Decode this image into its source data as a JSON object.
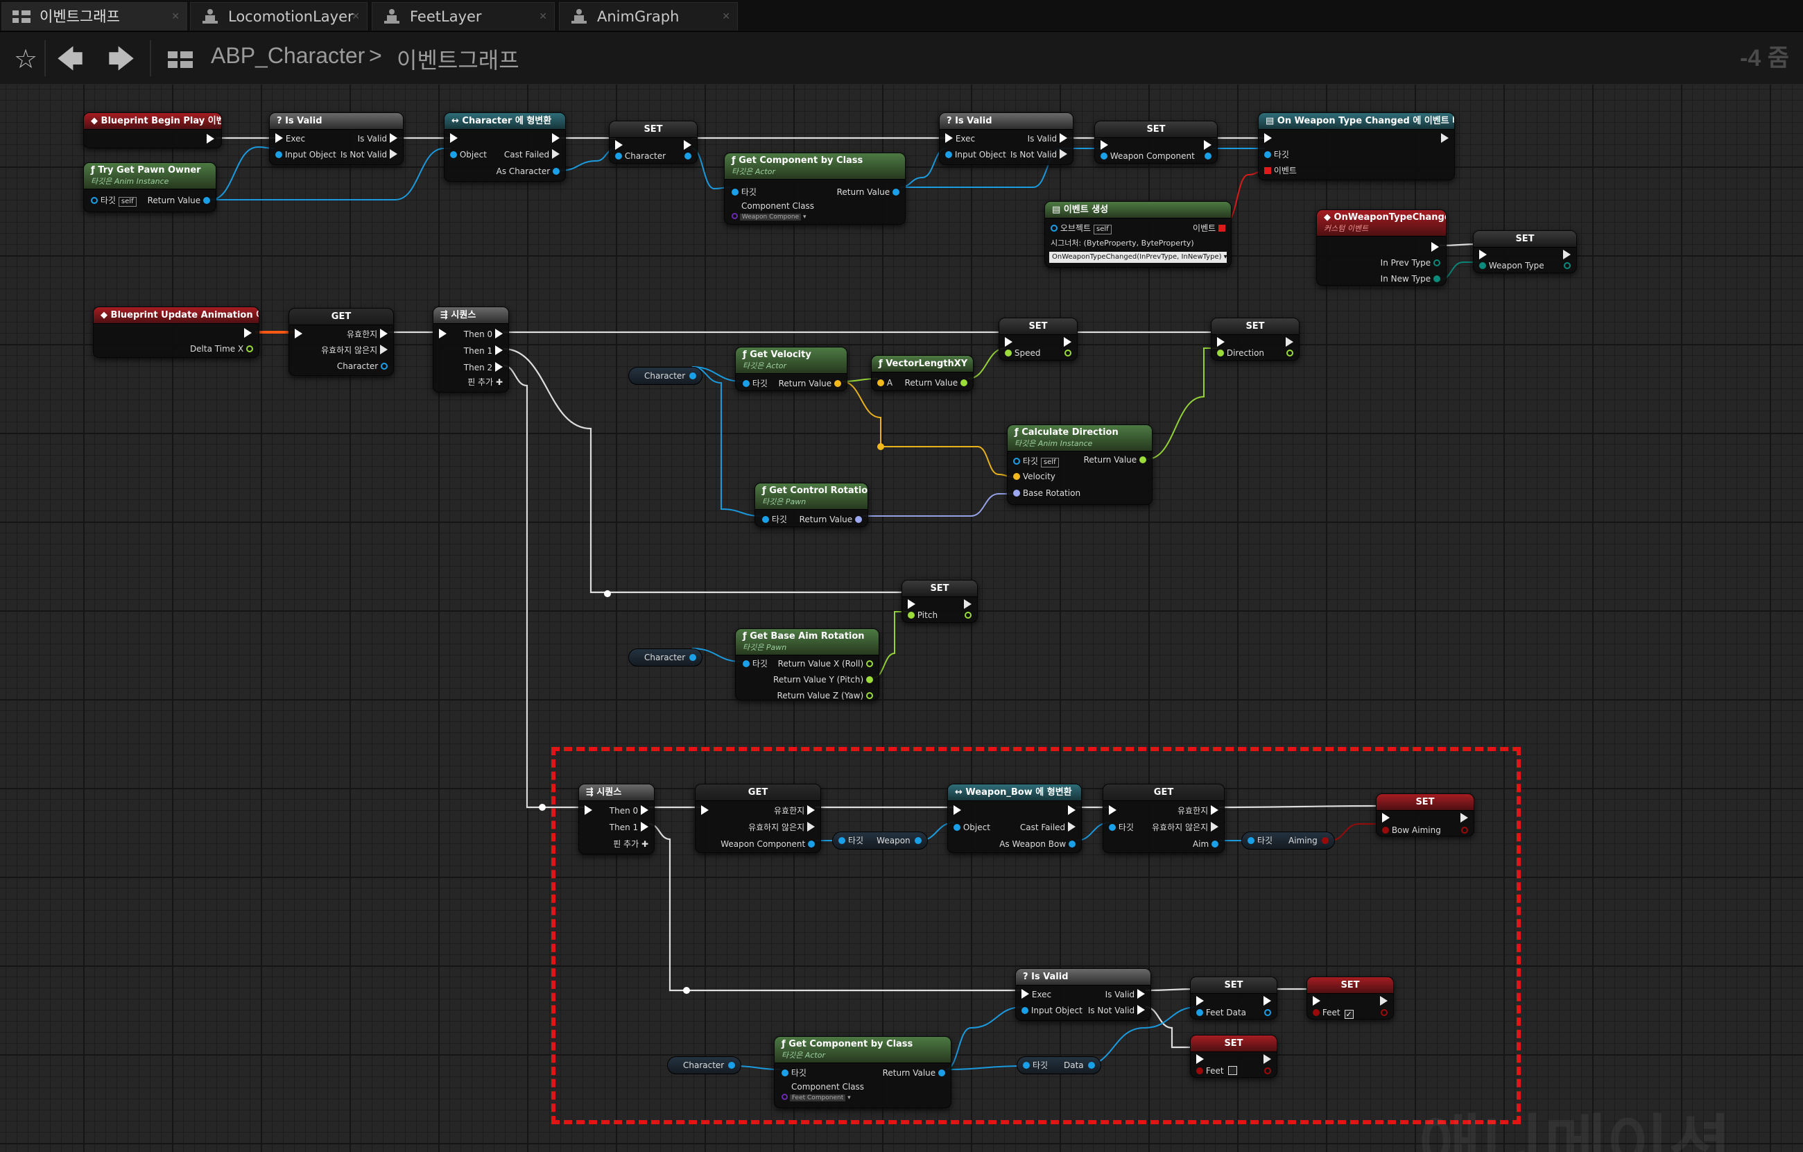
{
  "tabs": [
    {
      "label": "이벤트그래프",
      "active": true
    },
    {
      "label": "LocomotionLayer",
      "active": false
    },
    {
      "label": "FeetLayer",
      "active": false
    },
    {
      "label": "AnimGraph",
      "active": false
    }
  ],
  "breadcrumb": {
    "root": "ABP_Character",
    "separator": ">",
    "current": "이벤트그래프"
  },
  "zoom": "-4 줌",
  "watermark": "애니메이션",
  "colors": {
    "exec": "#ffffff",
    "object": "#1aa0e8",
    "float": "#9bdc3a",
    "vector": "#f2b81c",
    "rotator": "#9ca9f2",
    "bool": "#9b0a0a",
    "delegate": "#e01a1a",
    "accent": "#e31414"
  },
  "nodes": {
    "beginPlay": {
      "title": "Blueprint Begin Play 이벤트"
    },
    "tryGetPawn": {
      "title": "Try Get Pawn Owner",
      "sub": "타깃은 Anim Instance",
      "target": "타깃",
      "self": "self",
      "ret": "Return Value"
    },
    "isValid1": {
      "title": "Is Valid",
      "exec": "Exec",
      "input": "Input Object",
      "valid": "Is Valid",
      "notValid": "Is Not Valid"
    },
    "castChar": {
      "title": "Character 에 형변환",
      "object": "Object",
      "failed": "Cast Failed",
      "as": "As Character"
    },
    "setChar": {
      "title": "SET",
      "pin": "Character"
    },
    "getComp1": {
      "title": "Get Component by Class",
      "sub": "타깃은 Actor",
      "target": "타깃",
      "class": "Component Class",
      "ret": "Return Value",
      "classVal": "Weapon Compone"
    },
    "isValid2": {
      "title": "Is Valid",
      "exec": "Exec",
      "input": "Input Object",
      "valid": "Is Valid",
      "notValid": "Is Not Valid"
    },
    "setWeapon": {
      "title": "SET",
      "pin": "Weapon Component"
    },
    "bindEvent": {
      "title": "On Weapon Type Changed 에 이벤트 바인딩",
      "target": "타깃",
      "event": "이벤트"
    },
    "createEvent": {
      "title": "이벤트 생성",
      "object": "오브젝트",
      "self": "self",
      "eventOut": "이벤트",
      "signature": "시그너처: (ByteProperty, ByteProperty)",
      "func": "OnWeaponTypeChanged(InPrevType, InNewType)"
    },
    "onWeaponChanged": {
      "title": "OnWeaponTypeChanged",
      "sub": "커스텀 이벤트",
      "prev": "In Prev Type",
      "new": "In New Type"
    },
    "setWeaponType": {
      "title": "SET",
      "pin": "Weapon Type"
    },
    "updateAnim": {
      "title": "Blueprint Update Animation 이벤트",
      "delta": "Delta Time X"
    },
    "get1": {
      "title": "GET",
      "valid": "유효한지",
      "notValid": "유효하지 않은지",
      "pin": "Character"
    },
    "seq1": {
      "title": "시퀀스",
      "then0": "Then 0",
      "then1": "Then 1",
      "then2": "Then 2",
      "add": "핀 추가"
    },
    "getVelocity": {
      "title": "Get Velocity",
      "sub": "타깃은 Actor",
      "target": "타깃",
      "ret": "Return Value"
    },
    "vecLen": {
      "title": "VectorLengthXY",
      "a": "A",
      "ret": "Return Value"
    },
    "setSpeed": {
      "title": "SET",
      "pin": "Speed"
    },
    "setDir": {
      "title": "SET",
      "pin": "Direction"
    },
    "calcDir": {
      "title": "Calculate Direction",
      "sub": "타깃은 Anim Instance",
      "target": "타깃",
      "self": "self",
      "vel": "Velocity",
      "rot": "Base Rotation",
      "ret": "Return Value"
    },
    "getCtrlRot": {
      "title": "Get Control Rotation",
      "sub": "타깃은 Pawn",
      "target": "타깃",
      "ret": "Return Value"
    },
    "setPitch": {
      "title": "SET",
      "pin": "Pitch"
    },
    "getAim": {
      "title": "Get Base Aim Rotation",
      "sub": "타깃은 Pawn",
      "target": "타깃",
      "x": "Return Value X (Roll)",
      "y": "Return Value Y (Pitch)",
      "z": "Return Value Z (Yaw)"
    },
    "seq2": {
      "title": "시퀀스",
      "then0": "Then 0",
      "then1": "Then 1",
      "add": "핀 추가"
    },
    "get2": {
      "title": "GET",
      "valid": "유효한지",
      "notValid": "유효하지 않은지",
      "pin": "Weapon Component"
    },
    "castBow": {
      "title": "Weapon_Bow 에 형변환",
      "object": "Object",
      "failed": "Cast Failed",
      "as": "As Weapon Bow"
    },
    "get3": {
      "title": "GET",
      "target": "타깃",
      "valid": "유효한지",
      "notValid": "유효하지 않은지",
      "pin": "Aim"
    },
    "setBow": {
      "title": "SET",
      "pin": "Bow Aiming"
    },
    "isValid3": {
      "title": "Is Valid",
      "exec": "Exec",
      "input": "Input Object",
      "valid": "Is Valid",
      "notValid": "Is Not Valid"
    },
    "setFeetData": {
      "title": "SET",
      "pin": "Feet Data"
    },
    "setFeet1": {
      "title": "SET",
      "pin": "Feet"
    },
    "setFeet2": {
      "title": "SET",
      "pin": "Feet"
    },
    "getComp2": {
      "title": "Get Component by Class",
      "sub": "타깃은 Actor",
      "target": "타깃",
      "class": "Component Class",
      "ret": "Return Value",
      "classVal": "Feet Component"
    }
  },
  "vars": {
    "char1": "Character",
    "char2": "Character",
    "char3": "Character",
    "weaponTarget": "타깃",
    "weapon": "Weapon",
    "aimTarget": "타깃",
    "aiming": "Aiming",
    "dataTarget": "타깃",
    "data": "Data"
  }
}
